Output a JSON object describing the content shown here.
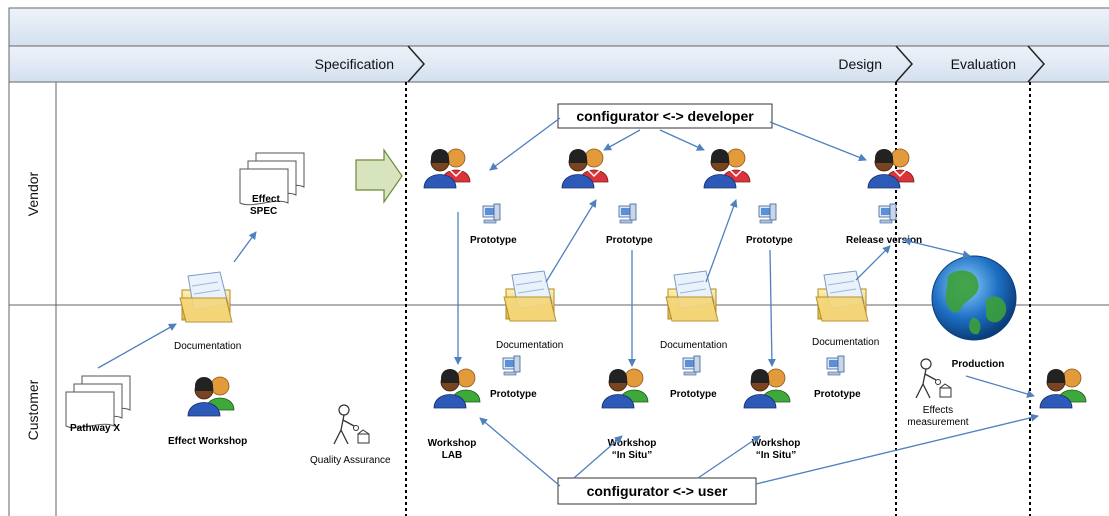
{
  "header": {
    "phases": [
      {
        "label": "Specification"
      },
      {
        "label": "Design"
      },
      {
        "label": "Evaluation"
      }
    ]
  },
  "lanes": [
    {
      "label": "Vendor"
    },
    {
      "label": "Customer"
    }
  ],
  "nodes": {
    "pathway_x": "Pathway X",
    "effect_workshop": "Effect Workshop",
    "documentation_1": "Documentation",
    "effect_spec_line1": "Effect",
    "effect_spec_line2": "SPEC",
    "quality_assurance": "Quality Assurance",
    "prototype_v1": "Prototype",
    "prototype_v2": "Prototype",
    "prototype_v3": "Prototype",
    "release_version": "Release version",
    "documentation_2": "Documentation",
    "documentation_3": "Documentation",
    "documentation_4": "Documentation",
    "prototype_c1": "Prototype",
    "prototype_c2": "Prototype",
    "prototype_c3": "Prototype",
    "workshop_lab_line1": "Workshop",
    "workshop_lab_line2": "LAB",
    "workshop_insitu1_line1": "Workshop",
    "workshop_insitu1_line2": "“In Situ”",
    "workshop_insitu2_line1": "Workshop",
    "workshop_insitu2_line2": "“In Situ”",
    "production": "Production",
    "effects_measurement_line1": "Effects",
    "effects_measurement_line2": "measurement"
  },
  "callouts": {
    "configurator_developer": "configurator <-> developer",
    "configurator_user": "configurator <-> user"
  },
  "colors": {
    "header_fill": "#dbe5f1",
    "arrow_line": "#4f81bd",
    "separator": "#000000",
    "big_arrow": "#d7e4bd"
  }
}
